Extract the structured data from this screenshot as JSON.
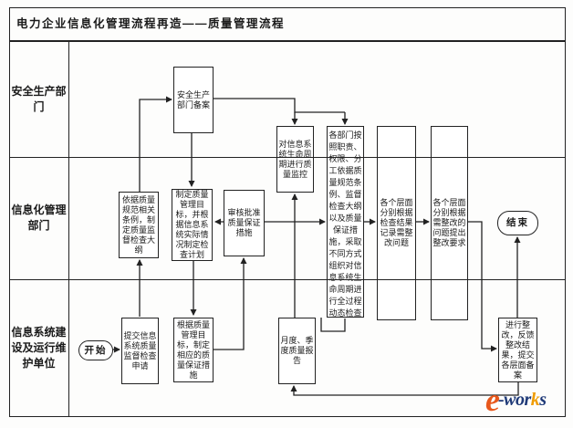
{
  "title": "电力企业信息化管理流程再造——质量管理流程",
  "lanes": [
    {
      "label": "安全生产部门"
    },
    {
      "label": "信息化管理部门"
    },
    {
      "label": "信息系统建设及运行维护单位"
    }
  ],
  "nodes": {
    "start": "开始",
    "end": "结束",
    "safety_filing": "安全生产部门备案",
    "draft_outline": "依据质量规范相关条例，制定质量监督检查大纲",
    "goal_plan": "制定质量管理目标，并根据信息系统实际情况制定检查计划",
    "approve_qa": "审核批准质量保证措施",
    "lifecycle_monitor": "对信息系统生命周期进行质量监控",
    "dynamic_inspection": "各部门按照职责、权限、分工依据质量规范条例、监督检查大纲以及质量保证措施，采取不同方式组织对信息系统生命周期进行全过程动态检查",
    "record_issues": "各个层面分别根据检查结果记录需整改问题",
    "raise_requirements": "各个层面分别根据需整改的问题提出整改要求",
    "submit_application": "提交信息系统质量监督检查申请",
    "qa_measures": "根据质量管理目标，制定相应的质量保证措施",
    "quality_report": "月度、季度质量报告",
    "rectify_feedback": "进行整改，反馈整改结果，提交各层面备案"
  },
  "watermark": {
    "logo_e": "e",
    "word": "-wor",
    "k": "k",
    "s": "s",
    "orange": "#e8581c",
    "gold": "#f09c00",
    "navy": "#1f3a78"
  },
  "colors": {
    "line": "#222222",
    "background": "#ffffff"
  }
}
